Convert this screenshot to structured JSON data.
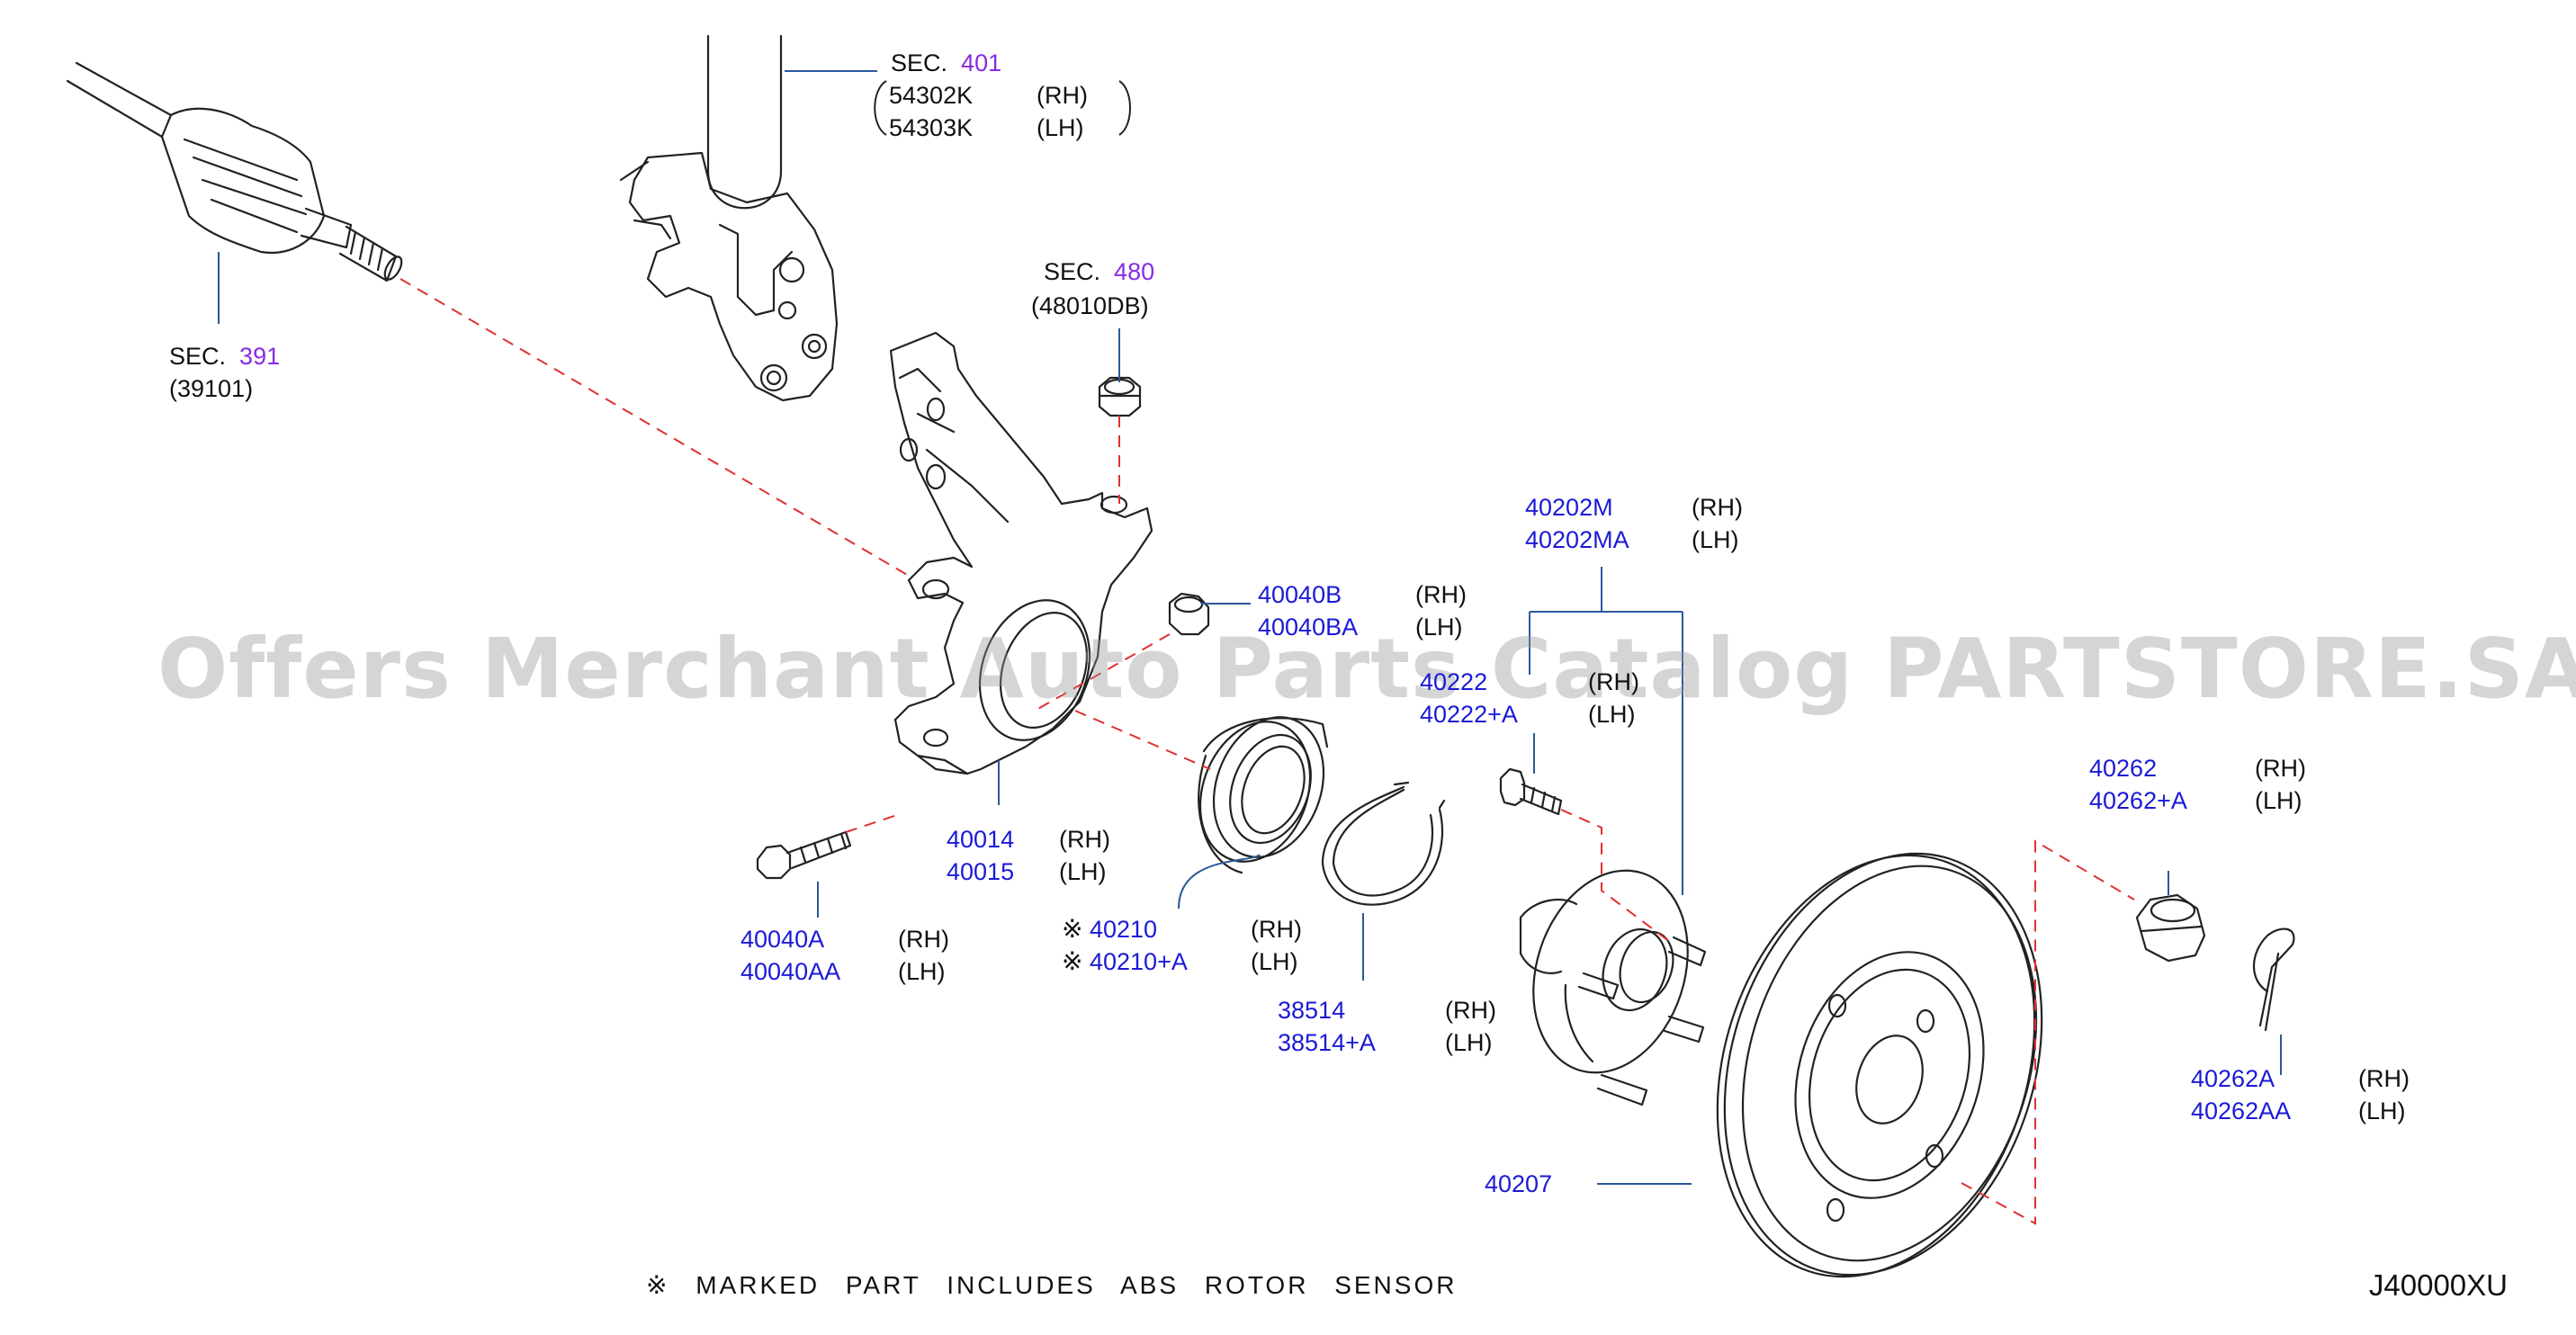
{
  "watermark": "Offers Merchant Auto Parts Catalog PARTSTORE.SA",
  "diagram_code": "J40000XU",
  "footnote": {
    "mark": "※",
    "text": "MARKED PART INCLUDES ABS ROTOR SENSOR"
  },
  "labels": {
    "sec391": {
      "sec": "SEC.",
      "num": "391",
      "part": "(39101)"
    },
    "sec401": {
      "sec": "SEC.",
      "num": "401",
      "rh_part": "54302K",
      "rh": "(RH)",
      "lh_part": "54303K",
      "lh": "(LH)"
    },
    "sec480": {
      "sec": "SEC.",
      "num": "480",
      "part": "(48010DB)"
    },
    "p40202": {
      "rh_part": "40202M",
      "rh": "(RH)",
      "lh_part": "40202MA",
      "lh": "(LH)"
    },
    "p40040b": {
      "rh_part": "40040B",
      "rh": "(RH)",
      "lh_part": "40040BA",
      "lh": "(LH)"
    },
    "p40222": {
      "rh_part": "40222",
      "rh": "(RH)",
      "lh_part": "40222+A",
      "lh": "(LH)"
    },
    "p40014": {
      "rh_part": "40014",
      "rh": "(RH)",
      "lh_part": "40015",
      "lh": "(LH)"
    },
    "p40040a": {
      "rh_part": "40040A",
      "rh": "(RH)",
      "lh_part": "40040AA",
      "lh": "(LH)"
    },
    "p40210": {
      "mark": "※",
      "rh_part": "40210",
      "rh": "(RH)",
      "lh_part": "40210+A",
      "lh": "(LH)"
    },
    "p38514": {
      "rh_part": "38514",
      "rh": "(RH)",
      "lh_part": "38514+A",
      "lh": "(LH)"
    },
    "p40262": {
      "rh_part": "40262",
      "rh": "(RH)",
      "lh_part": "40262+A",
      "lh": "(LH)"
    },
    "p40262a": {
      "rh_part": "40262A",
      "rh": "(RH)",
      "lh_part": "40262AA",
      "lh": "(LH)"
    },
    "p40207": {
      "part": "40207"
    }
  }
}
